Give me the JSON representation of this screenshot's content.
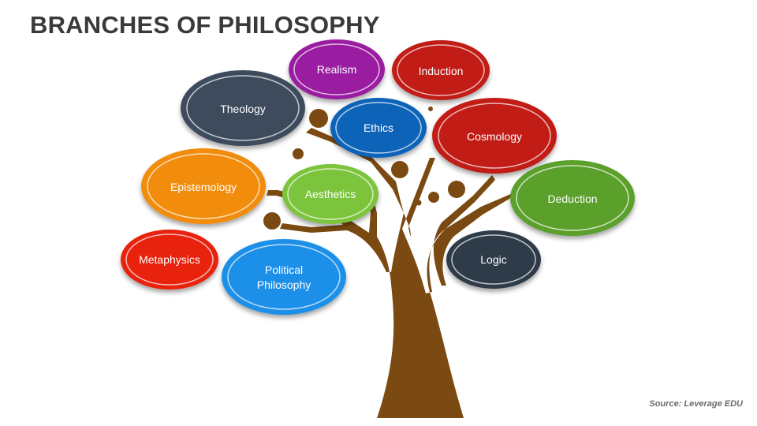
{
  "title": "BRANCHES OF PHILOSOPHY",
  "source": "Source: Leverage EDU",
  "colors": {
    "trunk": "#7b4a12",
    "realism": "#9a1fa0",
    "induction": "#c11a12",
    "theology": "#3e4b5c",
    "ethics": "#0a63b8",
    "cosmology": "#c11a12",
    "epistemology": "#f28c0a",
    "aesthetics": "#7cc43a",
    "deduction": "#5aa02c",
    "metaphysics": "#e8200e",
    "political": "#1a8fe8",
    "logic": "#2f3a48"
  },
  "branches": [
    {
      "id": "realism",
      "lines": [
        "Realism"
      ]
    },
    {
      "id": "induction",
      "lines": [
        "Induction"
      ]
    },
    {
      "id": "theology",
      "lines": [
        "Theology"
      ]
    },
    {
      "id": "ethics",
      "lines": [
        "Ethics"
      ]
    },
    {
      "id": "cosmology",
      "lines": [
        "Cosmology"
      ]
    },
    {
      "id": "epistemology",
      "lines": [
        "Epistemology"
      ]
    },
    {
      "id": "aesthetics",
      "lines": [
        "Aesthetics"
      ]
    },
    {
      "id": "deduction",
      "lines": [
        "Deduction"
      ]
    },
    {
      "id": "metaphysics",
      "lines": [
        "Metaphysics"
      ]
    },
    {
      "id": "political",
      "lines": [
        "Political",
        "Philosophy"
      ]
    },
    {
      "id": "logic",
      "lines": [
        "Logic"
      ]
    }
  ]
}
